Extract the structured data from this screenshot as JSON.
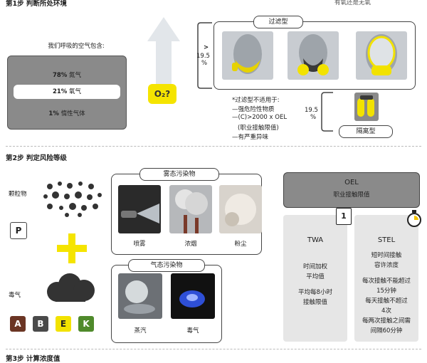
{
  "step1": {
    "title": "第1步  判断所处环境",
    "right_text": "有氧还是无氧"
  },
  "air": {
    "heading": "我们呼吸的空气包含:",
    "rows": [
      {
        "pct": "78%",
        "name": "氮气"
      },
      {
        "pct": "21%",
        "name": "氧气"
      },
      {
        "pct": "1%",
        "name": "惰性气体"
      }
    ]
  },
  "o2_label": "O₂?",
  "filter": {
    "label": "过滤型",
    "threshold_sign": ">",
    "threshold_value": "19.5",
    "threshold_unit": "%",
    "not_applicable_title": "*过滤型不适用于:",
    "not_applicable_items": [
      "—强危险性物质",
      "—(C)>2000 x OEL",
      "(职业接触限值)",
      "—有严重异味"
    ]
  },
  "isolation": {
    "label": "隔离型",
    "threshold_value": "19.5",
    "threshold_unit": "%"
  },
  "step2": {
    "title": "第2步  判定风险等级"
  },
  "particles": {
    "label": "颗粒物",
    "code": "P"
  },
  "gas": {
    "label": "毒气",
    "codes": [
      {
        "code": "A",
        "color": "#6b3524"
      },
      {
        "code": "B",
        "color": "#4a4a4a"
      },
      {
        "code": "E",
        "color": "#f2e200"
      },
      {
        "code": "K",
        "color": "#4f8a2b"
      }
    ]
  },
  "aerosol": {
    "title": "雾态污染物",
    "items": [
      "喷雾",
      "浓烟",
      "粉尘"
    ]
  },
  "gaseous": {
    "title": "气态污染物",
    "items": [
      "蒸汽",
      "毒气"
    ]
  },
  "oel": {
    "title": "OEL",
    "subtitle": "职业接触限值"
  },
  "twa": {
    "title": "TWA",
    "lines": [
      "时间加权",
      "平均值",
      "",
      "平均每8小时",
      "接触限值"
    ],
    "calendar_number": "1"
  },
  "stel": {
    "title": "STEL",
    "lines": [
      "短时间接触",
      "容许浓度",
      "",
      "每次接触不能超过",
      "15分钟",
      "每天接触不超过",
      "4次",
      "每两次接触之间需",
      "间隔60分钟"
    ]
  },
  "step3": {
    "title": "第3步  计算浓度值"
  },
  "colors": {
    "yellow": "#f5e400",
    "gray_panel": "#8a8a8a",
    "light_panel": "#e6e6e6",
    "dark": "#3a3a3a"
  }
}
